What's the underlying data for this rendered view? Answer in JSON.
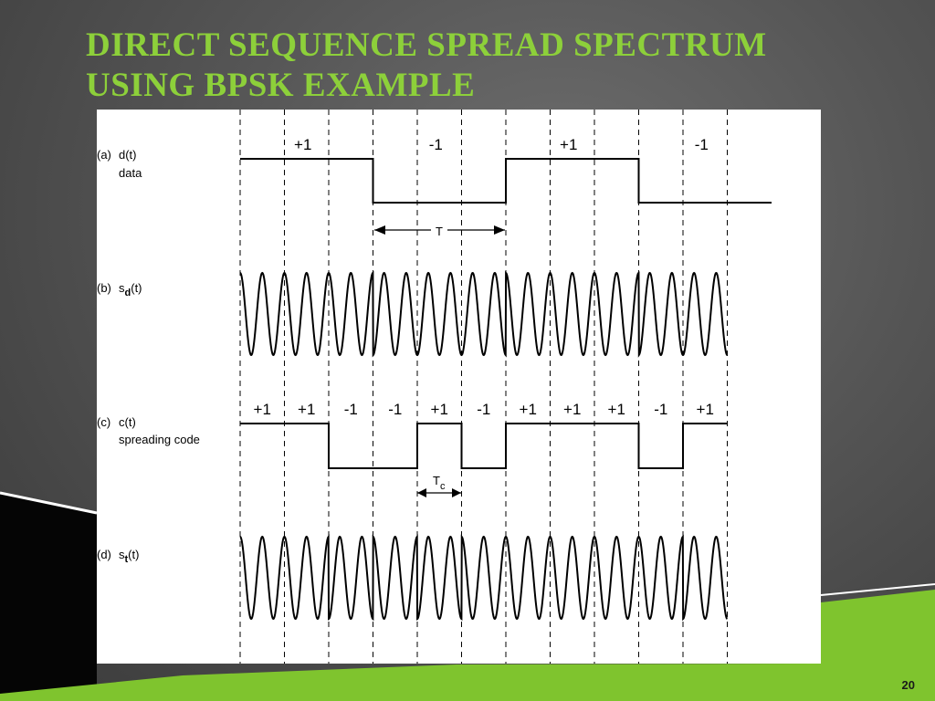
{
  "slide": {
    "title_line1": "DIRECT SEQUENCE SPREAD SPECTRUM",
    "title_line2": "USING BPSK EXAMPLE",
    "page_number": "20",
    "colors": {
      "accent": "#8dd03a",
      "background": "#555555",
      "figure_bg": "#ffffff"
    }
  },
  "figure": {
    "rows": [
      {
        "tag": "(a)",
        "name": "d(t)",
        "sub": "",
        "suffix": "",
        "caption": "data"
      },
      {
        "tag": "(b)",
        "name": "s",
        "sub": "d",
        "suffix": "(t)",
        "caption": ""
      },
      {
        "tag": "(c)",
        "name": "c(t)",
        "sub": "",
        "suffix": "",
        "caption": "spreading code"
      },
      {
        "tag": "(d)",
        "name": "s",
        "sub": "t",
        "suffix": "(t)",
        "caption": ""
      }
    ],
    "data_bits": [
      "+1",
      "-1",
      "+1",
      "-1"
    ],
    "chips": [
      "+1",
      "+1",
      "-1",
      "-1",
      "+1",
      "-1",
      "+1",
      "+1",
      "+1",
      "-1",
      "+1"
    ],
    "bit_period_label": "T",
    "chip_period_label": "T",
    "chip_period_sub": "c"
  }
}
